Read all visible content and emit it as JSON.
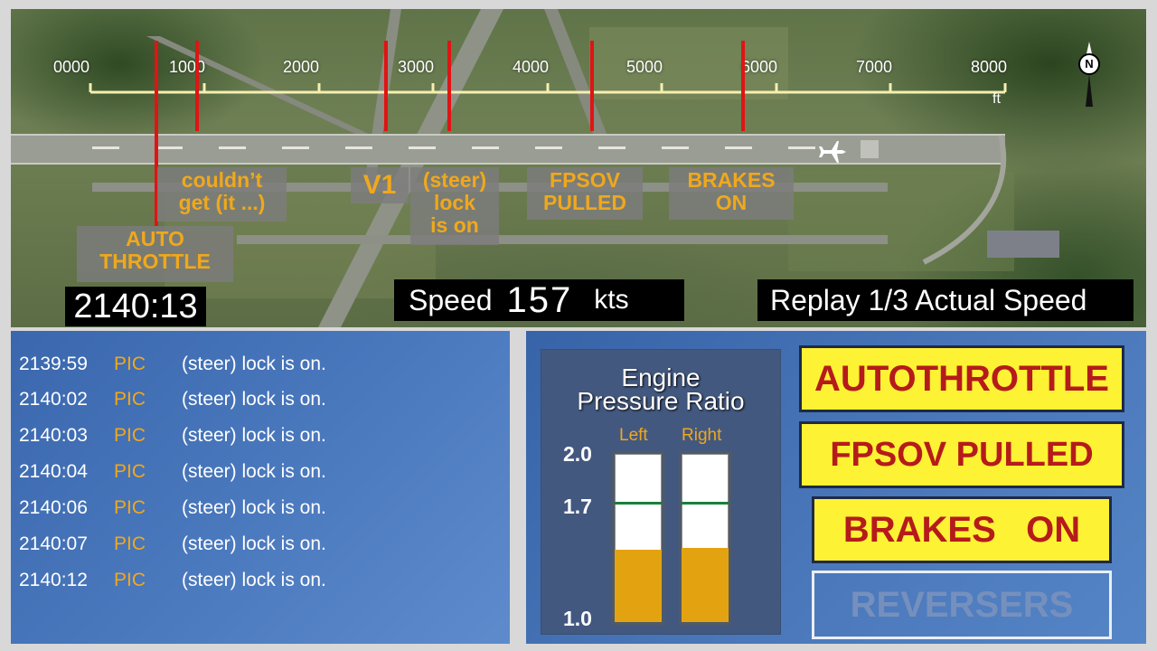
{
  "map": {
    "scale": [
      "0000",
      "1000",
      "2000",
      "3000",
      "4000",
      "5000",
      "6000",
      "7000",
      "8000"
    ],
    "scale_unit": "ft",
    "compass": "N",
    "events": [
      {
        "id": "autothrottle",
        "text_lines": [
          "AUTO",
          "THROTTLE"
        ]
      },
      {
        "id": "couldnt",
        "text_lines": [
          "couldn’t",
          "get (it  ...)"
        ]
      },
      {
        "id": "v1",
        "text_lines": [
          "V1"
        ]
      },
      {
        "id": "steer",
        "text_lines": [
          "(steer)",
          "lock",
          "is on"
        ]
      },
      {
        "id": "fpsov",
        "text_lines": [
          "FPSOV",
          "PULLED"
        ]
      },
      {
        "id": "brakes",
        "text_lines": [
          "BRAKES",
          "ON"
        ]
      }
    ],
    "time": "2140:13",
    "speed": {
      "label": "Speed",
      "value": "157",
      "unit": "kts"
    },
    "replay": "Replay 1/3 Actual Speed"
  },
  "transcript": [
    {
      "time": "2139:59",
      "speaker": "PIC",
      "text": "(steer) lock is on."
    },
    {
      "time": "2140:02",
      "speaker": "PIC",
      "text": "(steer) lock is on."
    },
    {
      "time": "2140:03",
      "speaker": "PIC",
      "text": "(steer) lock is on."
    },
    {
      "time": "2140:04",
      "speaker": "PIC",
      "text": "(steer) lock is on."
    },
    {
      "time": "2140:06",
      "speaker": "PIC",
      "text": "(steer) lock is on."
    },
    {
      "time": "2140:07",
      "speaker": "PIC",
      "text": "(steer) lock is on."
    },
    {
      "time": "2140:12",
      "speaker": "PIC",
      "text": "(steer) lock is on."
    }
  ],
  "epr": {
    "title_line1": "Engine",
    "title_line2": "Pressure Ratio",
    "left_label": "Left",
    "right_label": "Right",
    "ticks": [
      "2.0",
      "1.7",
      "1.0"
    ],
    "left_value": 1.43,
    "right_value": 1.44,
    "target_value": 1.7,
    "scale_min": 1.0,
    "scale_max": 2.0
  },
  "alerts": [
    {
      "id": "autothrottle",
      "label": "AUTOTHROTTLE",
      "active": true
    },
    {
      "id": "fpsov",
      "label": "FPSOV PULLED",
      "active": true
    },
    {
      "id": "brakes",
      "label": "BRAKES   ON",
      "active": true
    },
    {
      "id": "reversers",
      "label": "REVERSERS",
      "active": false
    }
  ],
  "colors": {
    "accent_orange": "#f0a81c",
    "marker_red": "#e01414",
    "alert_yellow": "#fdf233",
    "alert_text": "#b51b1b",
    "epr_fill": "#e3a311",
    "panel_blue": "#4a78bd"
  }
}
